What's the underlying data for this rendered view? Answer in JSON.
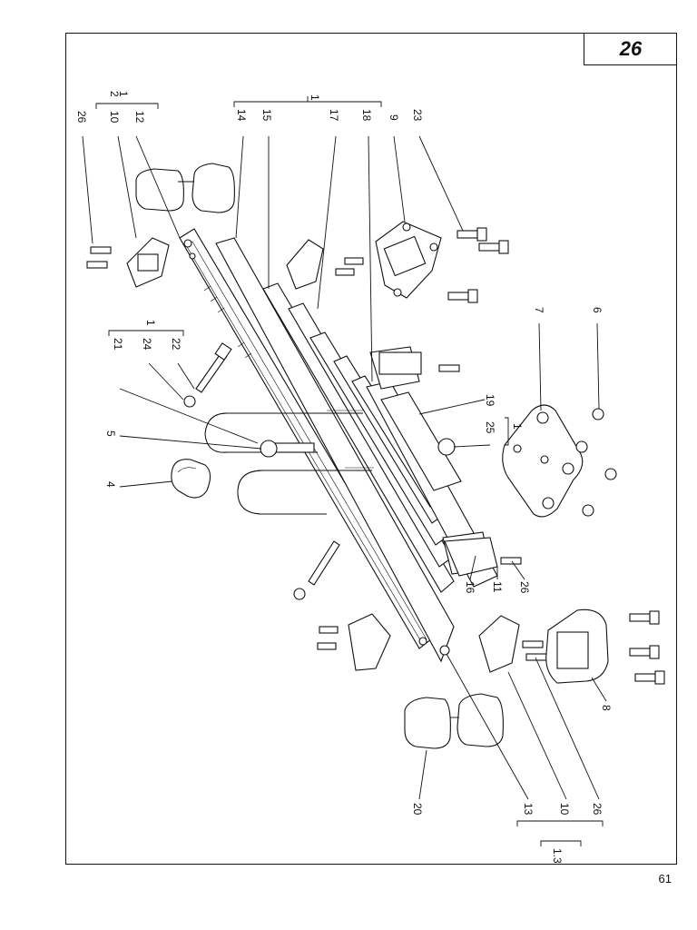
{
  "page": {
    "badge": "26",
    "number": "61"
  },
  "callouts": {
    "c1_top": "1",
    "c26_a": "26",
    "c10_a": "10",
    "c2_1a": "2",
    "c1_1a": "1",
    "c12": "12",
    "c14": "14",
    "c15": "15",
    "c17": "17",
    "c18": "18",
    "c9": "9",
    "c23": "23",
    "c7": "7",
    "c6": "6",
    "c21": "21",
    "c24": "24",
    "c1_b": "1",
    "c22": "22",
    "c5": "5",
    "c4": "4",
    "c19": "19",
    "c25": "25",
    "c1_c": "1",
    "c16": "16",
    "c11": "11",
    "c26_b": "26",
    "c8": "8",
    "c20": "20",
    "c13": "13",
    "c10_b": "10",
    "c26_c": "26",
    "c13_b": "1.3"
  }
}
